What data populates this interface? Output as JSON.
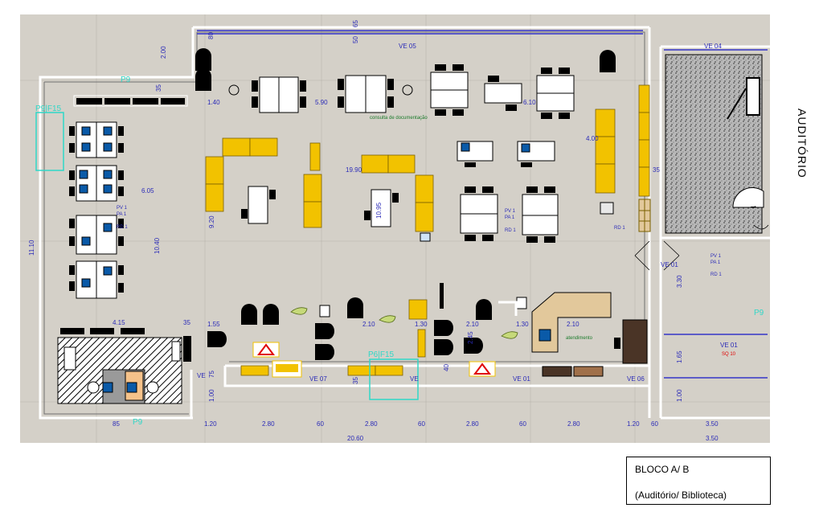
{
  "side_label": "AUDITÓRIO",
  "title_block": {
    "line1": "BLOCO A/ B",
    "line2": "(Auditório/ Biblioteca)"
  },
  "dimensions": {
    "total_width": "20.60",
    "height_left": "11.10",
    "d_2_00": "2.00",
    "d_35": "35",
    "d_80": "80",
    "d_50": "50",
    "d_65": "65",
    "d_1_40": "1.40",
    "d_5_90": "5.90",
    "d_6_10": "6.10",
    "d_4_00": "4.00",
    "d_6_05": "6.05",
    "d_19_90": "19.90",
    "d_10_95": "10.95",
    "d_9_20": "9.20",
    "d_10_40": "10.40",
    "d_4_15": "4.15",
    "d_1_55": "1.55",
    "d_2_10": "2.10",
    "d_1_30": "1.30",
    "d_2_45": "2.45",
    "d_3_30": "3.30",
    "d_1_65": "1.65",
    "d_1_00": "1.00",
    "d_1_20": "1.20",
    "d_2_80": "2.80",
    "d_60": "60",
    "d_40": "40",
    "d_3_50": "3.50",
    "d_85": "85",
    "d_75": "75"
  },
  "labels": {
    "p9": "P9",
    "p9f15": "P9|F15",
    "p6f15": "P6|F15",
    "ve04": "VE 04",
    "ve05": "VE 05",
    "ve01": "VE 01",
    "ve07": "VE 07",
    "ve06": "VE 06",
    "ve": "VE",
    "consulta": "consulta de documentação",
    "atendimento": "atendimento",
    "sq10": "SQ 10",
    "pv1": "PV 1",
    "pa1": "PA 1",
    "rd1": "RD 1"
  },
  "colors": {
    "background": "#d4d0c8",
    "shelf": "#f2c200",
    "wall": "#ffffff",
    "dim": "#2b2bb8",
    "label_green": "#2fd7c7",
    "monitor": "#0a5aa8",
    "stage": "#9a9a9a",
    "counter": "#e2c89b",
    "desk_dark": "#4a3426"
  }
}
